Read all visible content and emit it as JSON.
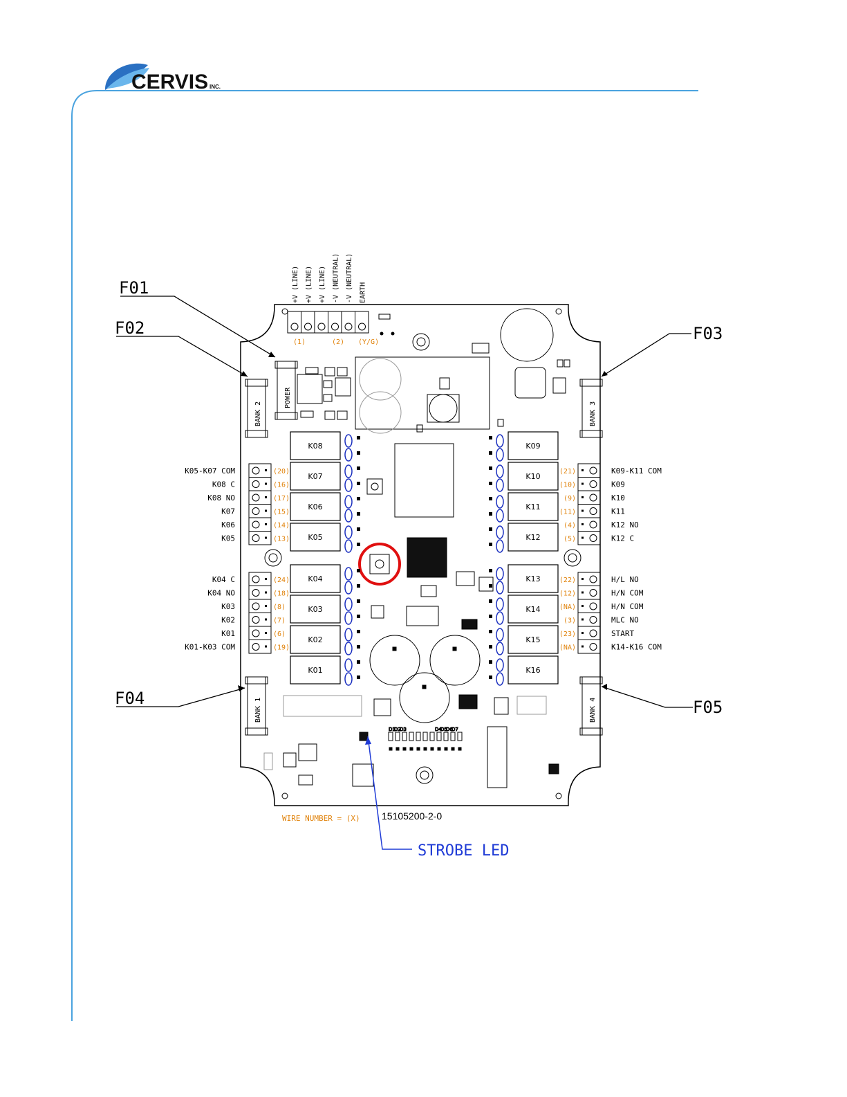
{
  "brand": {
    "name": "CERVIS",
    "suffix": "INC."
  },
  "colors": {
    "accent_blue": "#4aa3df",
    "wire_orange": "#e0820a",
    "callout_blue": "#1f3bd6",
    "highlight_red": "#e01010",
    "cap_blue": "#1a2fbf"
  },
  "top_terminals": [
    "+V (LINE)",
    "+V (LINE)",
    "+V (LINE)",
    "-V (NEUTRAL)",
    "-V (NEUTRAL)",
    "EARTH"
  ],
  "top_wire_numbers": [
    "(1)",
    "(2)",
    "(Y/G)"
  ],
  "fuses": {
    "power": "POWER",
    "bank1": "BANK 1",
    "bank2": "BANK 2",
    "bank3": "BANK 3",
    "bank4": "BANK 4"
  },
  "callouts": {
    "f01": "F01",
    "f02": "F02",
    "f03": "F03",
    "f04": "F04",
    "f05": "F05",
    "strobe": "STROBE LED"
  },
  "relays_left": [
    "K08",
    "K07",
    "K06",
    "K05",
    "K04",
    "K03",
    "K02",
    "K01"
  ],
  "relays_right": [
    "K09",
    "K10",
    "K11",
    "K12",
    "K13",
    "K14",
    "K15",
    "K16"
  ],
  "left_top": [
    {
      "label": "K05-K07 COM",
      "wire": "(20)"
    },
    {
      "label": "K08 C",
      "wire": "(16)"
    },
    {
      "label": "K08 NO",
      "wire": "(17)"
    },
    {
      "label": "K07",
      "wire": "(15)"
    },
    {
      "label": "K06",
      "wire": "(14)"
    },
    {
      "label": "K05",
      "wire": "(13)"
    }
  ],
  "left_bottom": [
    {
      "label": "K04 C",
      "wire": "(24)"
    },
    {
      "label": "K04 NO",
      "wire": "(18)"
    },
    {
      "label": "K03",
      "wire": "(8)"
    },
    {
      "label": "K02",
      "wire": "(7)"
    },
    {
      "label": "K01",
      "wire": "(6)"
    },
    {
      "label": "K01-K03 COM",
      "wire": "(19)"
    }
  ],
  "right_top": [
    {
      "label": "K09-K11 COM",
      "wire": "(21)"
    },
    {
      "label": "K09",
      "wire": "(10)"
    },
    {
      "label": "K10",
      "wire": "(9)"
    },
    {
      "label": "K11",
      "wire": "(11)"
    },
    {
      "label": "K12 NO",
      "wire": "(4)"
    },
    {
      "label": "K12 C",
      "wire": "(5)"
    }
  ],
  "right_bottom": [
    {
      "label": "H/L NO",
      "wire": "(22)"
    },
    {
      "label": "H/N COM",
      "wire": "(12)"
    },
    {
      "label": "H/N COM",
      "wire": "(NA)"
    },
    {
      "label": "MLC NO",
      "wire": "(3)"
    },
    {
      "label": "START",
      "wire": "(23)"
    },
    {
      "label": "K14-K16 COM",
      "wire": "(NA)"
    }
  ],
  "led_labels": [
    "D1",
    "D2",
    "D3",
    "D4",
    "D5",
    "D6",
    "D7"
  ],
  "footer": {
    "wire_legend": "WIRE NUMBER = (X)",
    "part_number": "15105200-2-0"
  }
}
